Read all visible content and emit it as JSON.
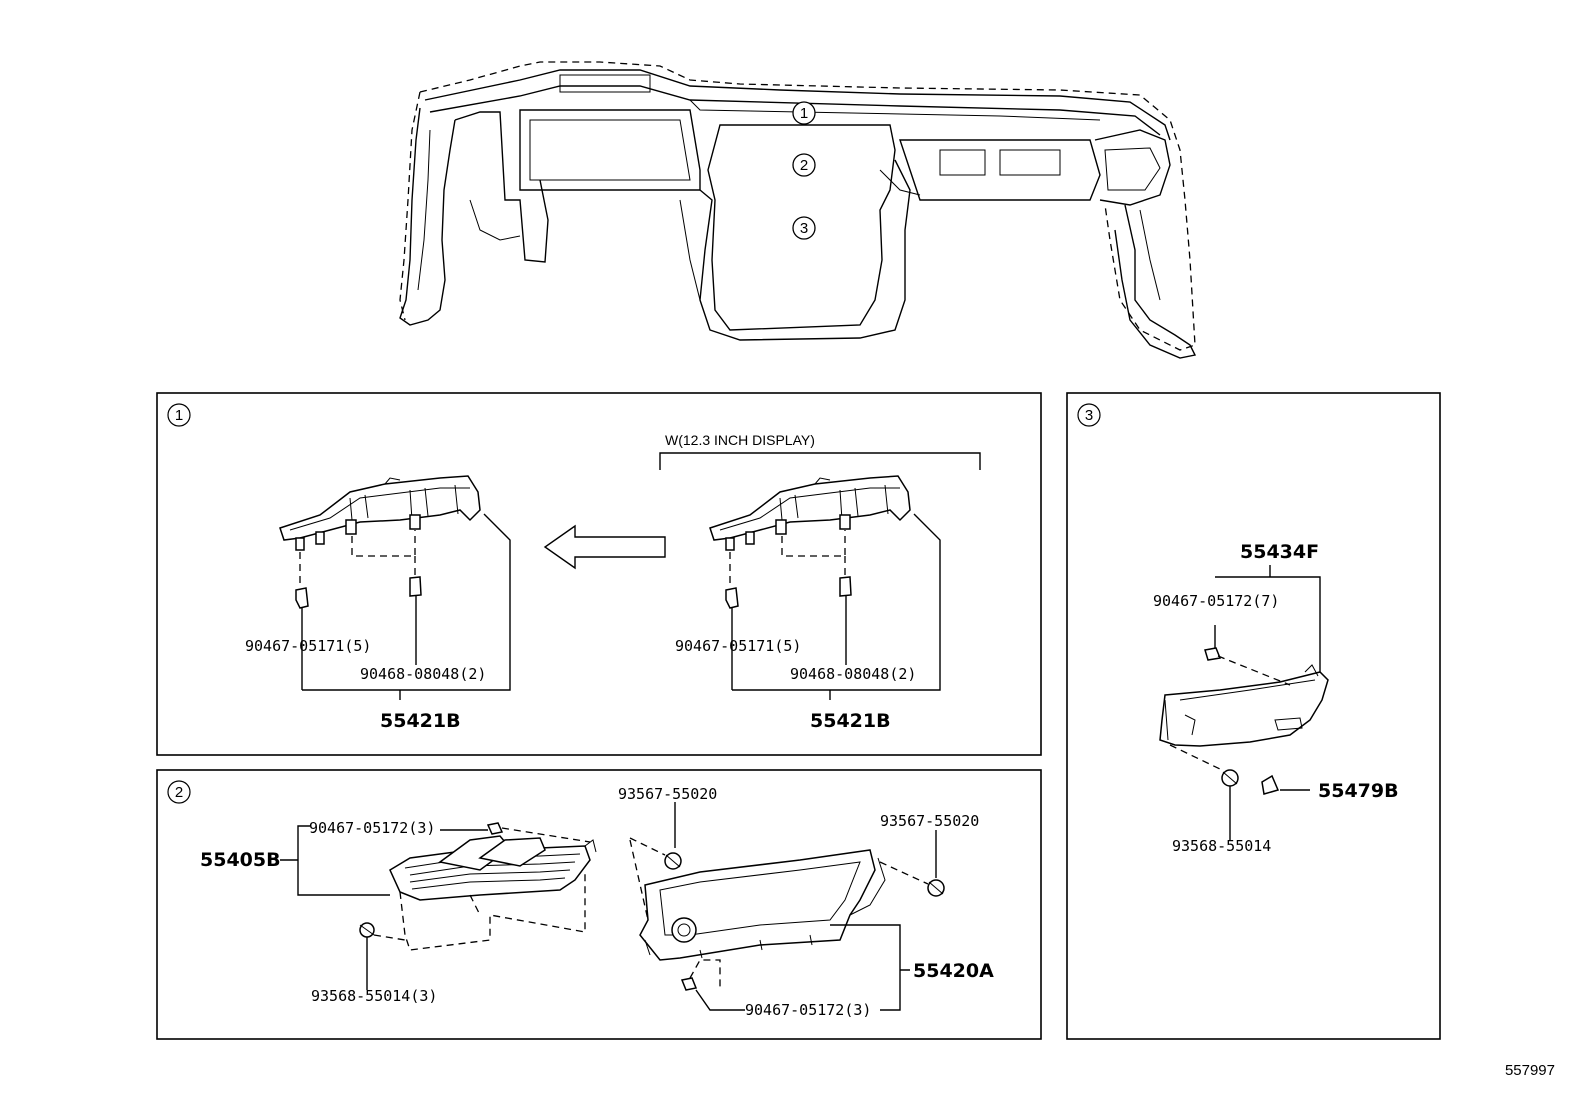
{
  "overview": {
    "callouts": [
      "1",
      "2",
      "3"
    ]
  },
  "panel1": {
    "number": "1",
    "variant_label": "W(12.3 INCH DISPLAY)",
    "left": {
      "clip_a": "90467-05171(5)",
      "clip_b": "90468-08048(2)",
      "assembly": "55421B"
    },
    "right": {
      "clip_a": "90467-05171(5)",
      "clip_b": "90468-08048(2)",
      "assembly": "55421B"
    }
  },
  "panel2": {
    "number": "2",
    "vent_assembly": "55405B",
    "vent_clip": "90467-05172(3)",
    "vent_screw": "93568-55014(3)",
    "screw_top": "93567-55020",
    "screw_right": "93567-55020",
    "center_panel": "55420A",
    "center_clip": "90467-05172(3)"
  },
  "panel3": {
    "number": "3",
    "cover": "55434F",
    "clip": "90467-05172(7)",
    "screw": "93568-55014",
    "cap": "55479B"
  },
  "figure_ref": "557997"
}
